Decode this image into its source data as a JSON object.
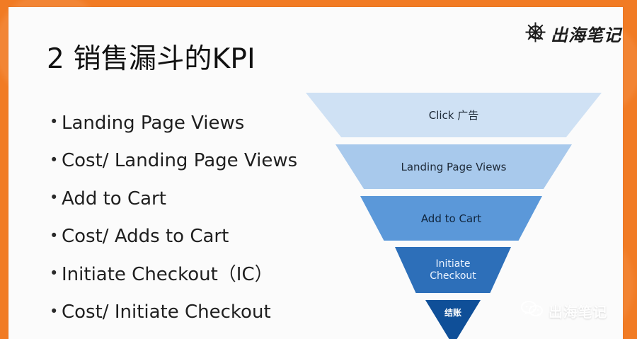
{
  "slide": {
    "title": "2 销售漏斗的KPI",
    "bullet_symbol": "•",
    "kpi_items": [
      {
        "text": "Landing Page Views"
      },
      {
        "text": "Cost/ Landing Page Views"
      },
      {
        "text": "Add to Cart"
      },
      {
        "text": "Cost/ Adds to Cart"
      },
      {
        "text": "Initiate Checkout（IC）"
      },
      {
        "text": "Cost/ Initiate Checkout"
      }
    ]
  },
  "brand": {
    "top_text": "出海笔记",
    "bottom_watermark_text": "出海笔记",
    "top_icon": "ship-wheel-icon",
    "bottom_icon": "wechat-icon"
  },
  "funnel": {
    "stages": [
      {
        "label": "Click 广告"
      },
      {
        "label": "Landing Page Views"
      },
      {
        "label": "Add to Cart"
      },
      {
        "label": "Initiate\nCheckout"
      },
      {
        "label": "结账"
      }
    ]
  },
  "colors": {
    "frame_orange": "#f17b24",
    "slide_bg": "#fbfbfb",
    "stage_1": "#cfe1f4",
    "stage_2": "#a8c9ec",
    "stage_3": "#5b98d9",
    "stage_4": "#2d6fb9",
    "stage_5": "#0f4f98"
  }
}
